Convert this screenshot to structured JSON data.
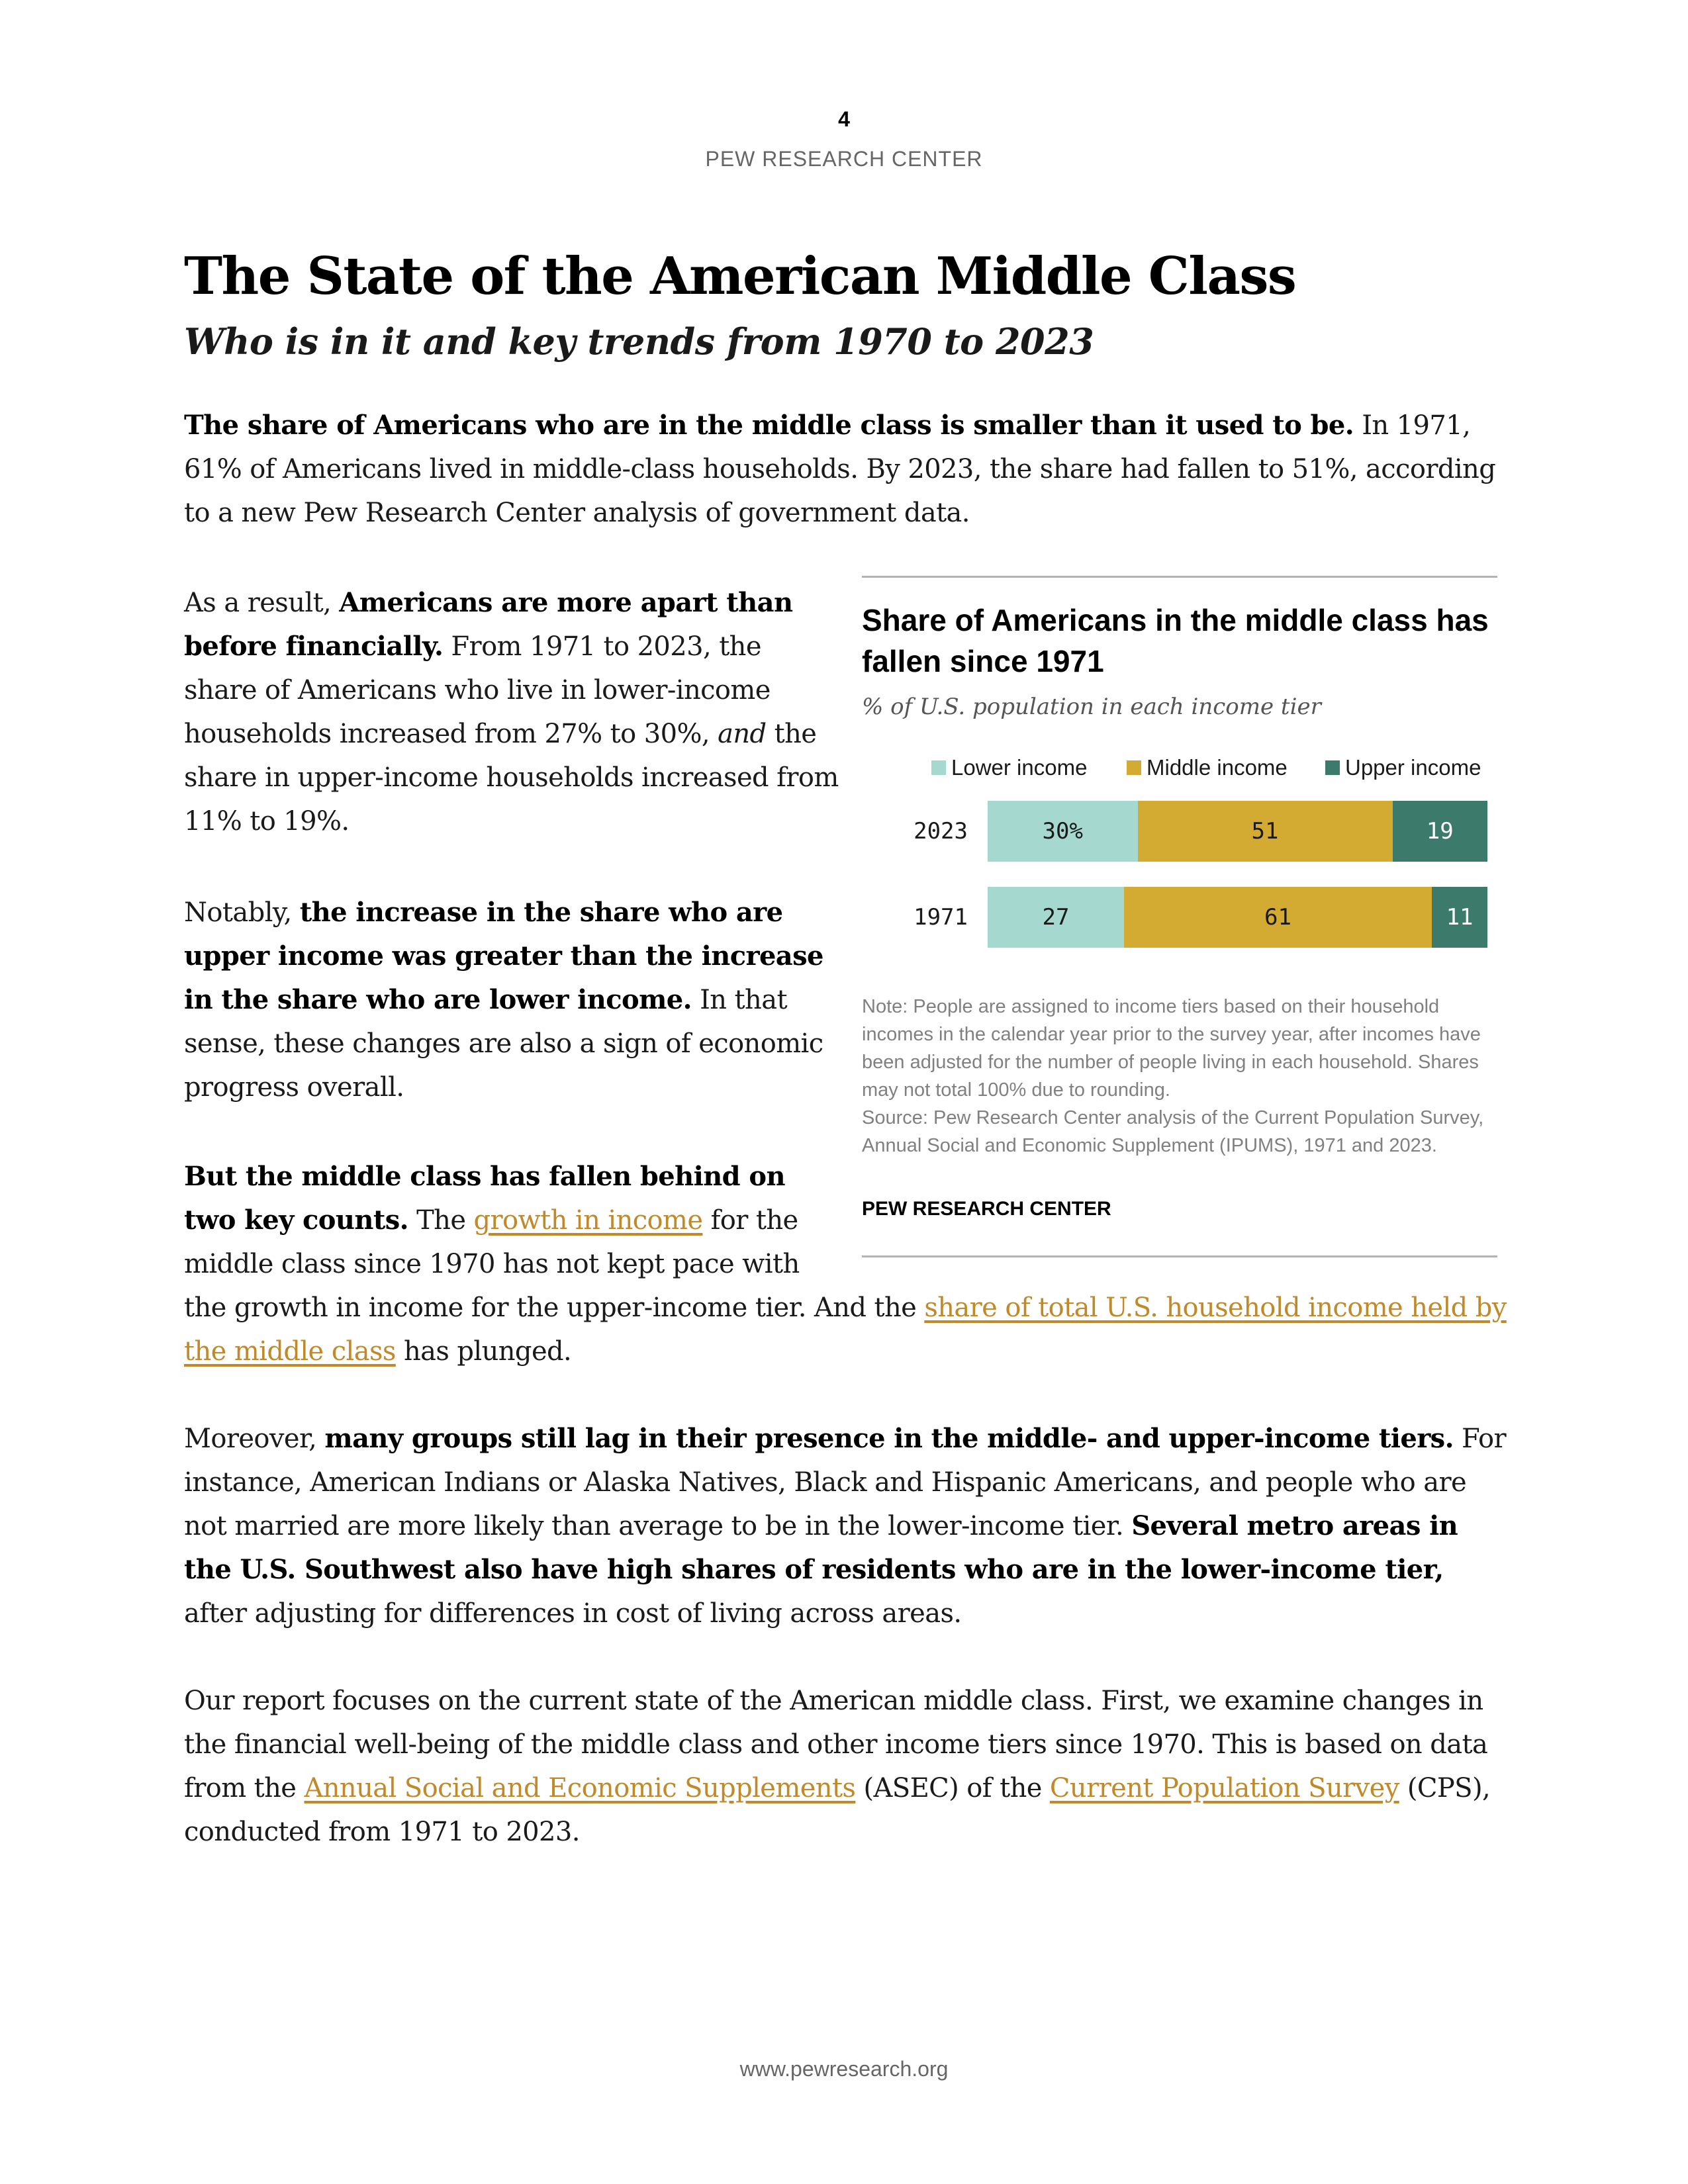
{
  "header": {
    "page_number": "4",
    "org": "PEW RESEARCH CENTER"
  },
  "title": "The State of the American Middle Class",
  "subtitle": "Who is in it and key trends from 1970 to 2023",
  "paragraphs": {
    "p1": {
      "bold": "The share of Americans who are in the middle class is smaller than it used to be.",
      "text": " In 1971, 61% of Americans lived in middle-class households. By 2023, the share had fallen to 51%, according to a new Pew Research Center analysis of government data."
    },
    "p2": {
      "intro": "As a result, ",
      "bold": "Americans are more apart than before financially.",
      "text1": " From 1971 to 2023, the share of Americans who live in lower-income households increased from 27% to 30%, ",
      "italic": "and",
      "text2": " the share in upper-income households increased from 11% to 19%."
    },
    "p3": {
      "intro": "Notably, ",
      "bold": "the increase in the share who are upper income was greater than the increase in the share who are lower income.",
      "text": " In that sense, these changes are also a sign of economic progress overall."
    },
    "p4": {
      "bold": "But the middle class has fallen behind on two key counts.",
      "text1": " The ",
      "link1": "growth in income",
      "text2": " for the middle class since 1970 has not kept pace with",
      "text3": "the growth in income for the upper-income tier. And the ",
      "link2": "share of total U.S. household income held by the middle class",
      "text4": " has plunged."
    },
    "p5": {
      "intro": "Moreover, ",
      "bold1": "many groups still lag in their presence in the middle- and upper-income tiers.",
      "text1": " For instance, American Indians or Alaska Natives, Black and Hispanic Americans, and people who are not married are more likely than average to be in the lower-income tier. ",
      "bold2": "Several metro areas in the U.S. Southwest also have high shares of residents who are in the lower-income tier,",
      "text2": " after adjusting for differences in cost of living across areas."
    },
    "p6": {
      "text1": "Our report focuses on the current state of the American middle class. First, we examine changes in the financial well-being of the middle class and other income tiers since 1970. This is based on data from the ",
      "link1": "Annual Social and Economic Supplements",
      "text2": " (ASEC) of the ",
      "link2": "Current Population Survey",
      "text3": " (CPS), conducted from 1971 to 2023."
    }
  },
  "chart_data": {
    "type": "bar",
    "orientation": "horizontal",
    "stacked": true,
    "title": "Share of Americans in the middle class has fallen since 1971",
    "subtitle": "% of U.S. population in each income tier",
    "categories": [
      "2023",
      "1971"
    ],
    "series": [
      {
        "name": "Lower income",
        "values": [
          30,
          27
        ],
        "labels": [
          "30%",
          "27"
        ],
        "color": "#a5d9cf"
      },
      {
        "name": "Middle income",
        "values": [
          51,
          61
        ],
        "labels": [
          "51",
          "61"
        ],
        "color": "#d3aa32"
      },
      {
        "name": "Upper income",
        "values": [
          19,
          11
        ],
        "labels": [
          "19",
          "11"
        ],
        "color": "#3c7a6b"
      }
    ],
    "label_colors": [
      "#1a1a1a",
      "#1a1a1a",
      "#ffffff"
    ],
    "legend_position": "top",
    "grid": false,
    "note": "Note: People are assigned to income tiers based on their household incomes in the calendar year prior to the survey year, after incomes have been adjusted for the number of people living in each household. Shares may not total 100% due to rounding.",
    "source": "Source: Pew Research Center analysis of the Current Population Survey, Annual Social and Economic Supplement (IPUMS), 1971 and 2023.",
    "brand": "PEW RESEARCH CENTER"
  },
  "footer": {
    "url": "www.pewresearch.org"
  }
}
